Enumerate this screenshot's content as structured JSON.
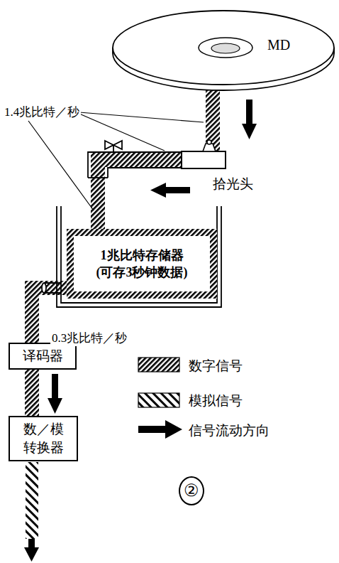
{
  "diagram": {
    "nodes": [
      {
        "text": [
          "MD"
        ]
      },
      {
        "text": [
          "1兆比特存储器 (可存3秒钟数据)"
        ]
      },
      {
        "text": [
          "译码器"
        ]
      },
      {
        "text": [
          "数／模 转换器"
        ]
      },
      {
        "text": [
          "②"
        ]
      }
    ],
    "edges": [
      {
        "from": 0,
        "to": 1,
        "arrow": "none"
      },
      {
        "from": 1,
        "to": 2,
        "label": "0.3兆比特／秒",
        "arrow": "none"
      },
      {
        "from": 2,
        "to": 3,
        "arrow": "none"
      }
    ],
    "labels": [
      "1.4兆比特／秒",
      "拾光头"
    ],
    "legend": [
      {
        "text": "数字信号"
      },
      {
        "text": "模拟信号"
      },
      {
        "text": "信号流动方向"
      }
    ]
  }
}
